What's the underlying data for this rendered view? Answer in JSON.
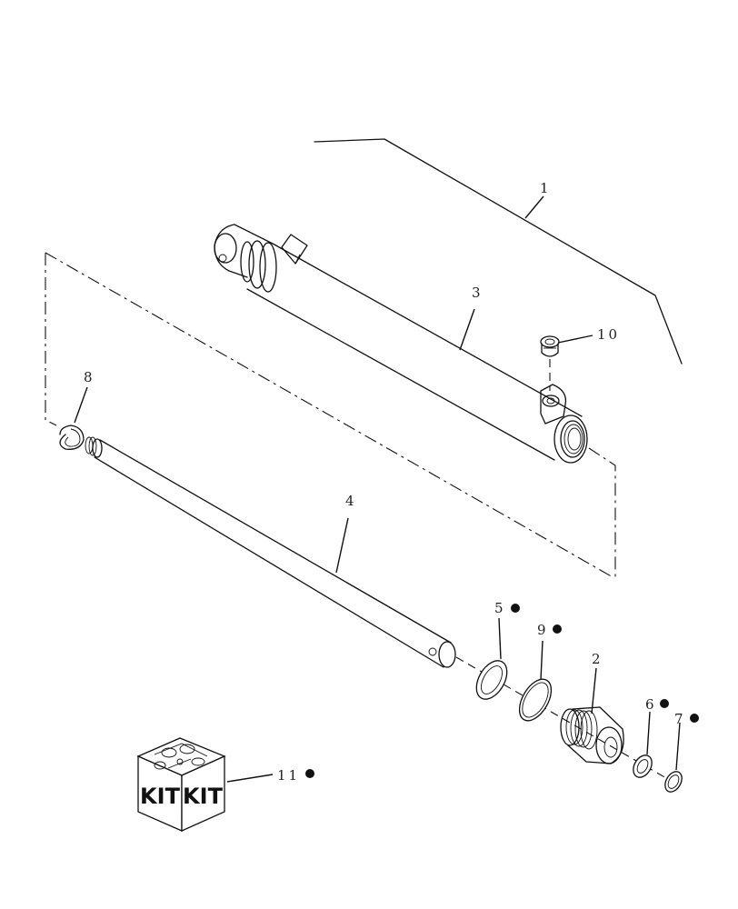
{
  "callouts": [
    {
      "id": "1",
      "label": "1",
      "marked": false
    },
    {
      "id": "2",
      "label": "2",
      "marked": false
    },
    {
      "id": "3",
      "label": "3",
      "marked": false
    },
    {
      "id": "4",
      "label": "4",
      "marked": false
    },
    {
      "id": "5",
      "label": "5",
      "marked": true
    },
    {
      "id": "6",
      "label": "6",
      "marked": true
    },
    {
      "id": "7",
      "label": "7",
      "marked": true
    },
    {
      "id": "8",
      "label": "8",
      "marked": false
    },
    {
      "id": "9",
      "label": "9",
      "marked": true
    },
    {
      "id": "10",
      "label": "10",
      "marked": false
    },
    {
      "id": "11",
      "label": "11",
      "marked": true
    }
  ],
  "kit_box": {
    "label_left": "KIT",
    "label_right": "KIT"
  },
  "colors": {
    "ink": "#111111",
    "background": "#ffffff"
  }
}
